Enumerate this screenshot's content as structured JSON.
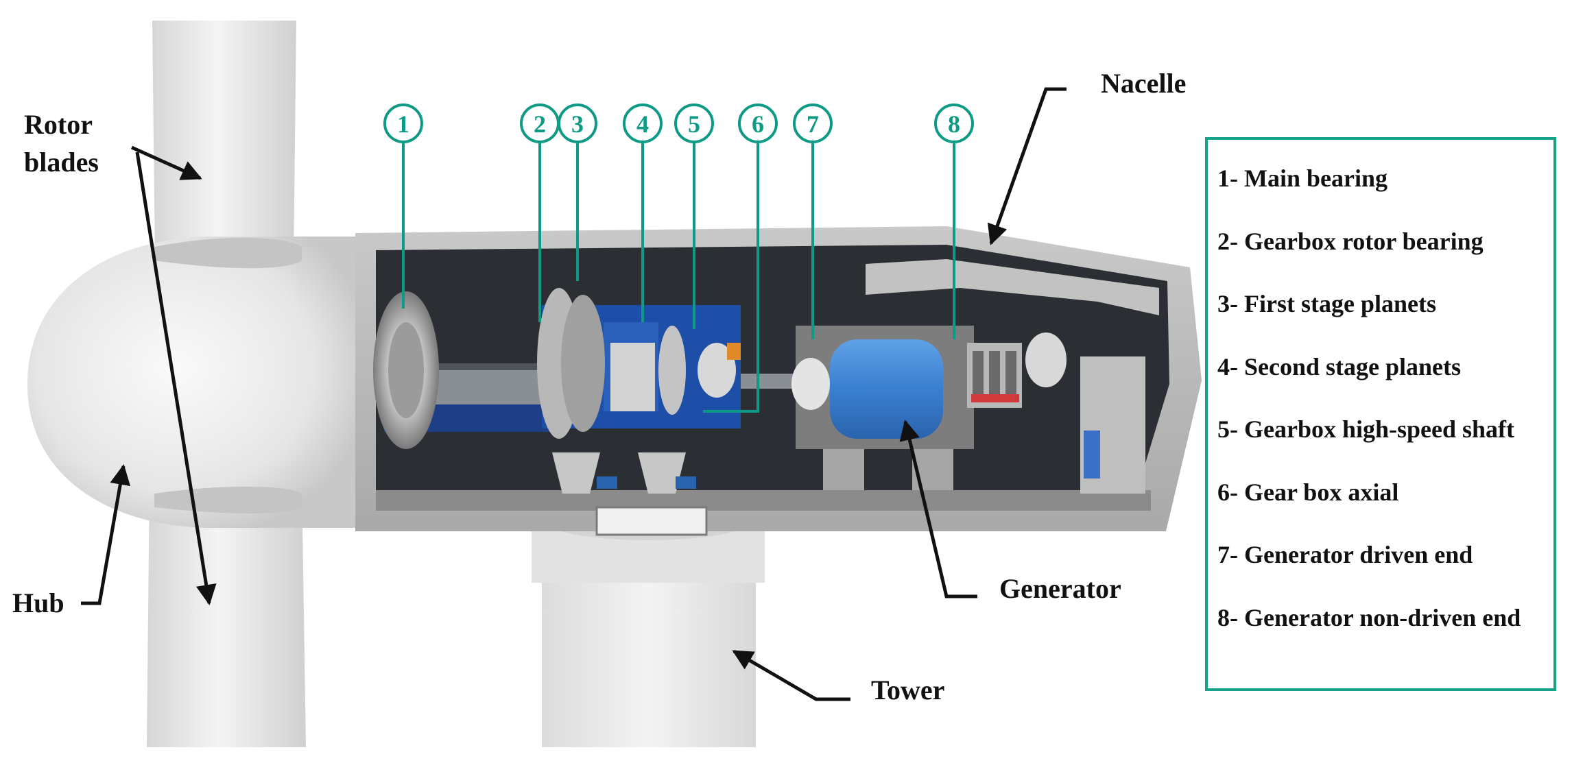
{
  "labels": {
    "rotor_blades_line1": "Rotor",
    "rotor_blades_line2": "blades",
    "hub": "Hub",
    "nacelle": "Nacelle",
    "generator": "Generator",
    "tower": "Tower"
  },
  "callouts": [
    "1",
    "2",
    "3",
    "4",
    "5",
    "6",
    "7",
    "8"
  ],
  "legend": {
    "items": [
      "1- Main bearing",
      "2- Gearbox rotor bearing",
      "3- First stage planets",
      "4- Second stage planets",
      "5- Gearbox high-speed shaft",
      "6- Gear box axial",
      "7- Generator driven end",
      "8- Generator non-driven end"
    ]
  },
  "colors": {
    "callout": "#0f9a85",
    "legend_border": "#1aa38a",
    "gearbox": "#1e4fa8",
    "generator": "#3a7fd0",
    "nacelle_interior": "#2b2e33"
  }
}
